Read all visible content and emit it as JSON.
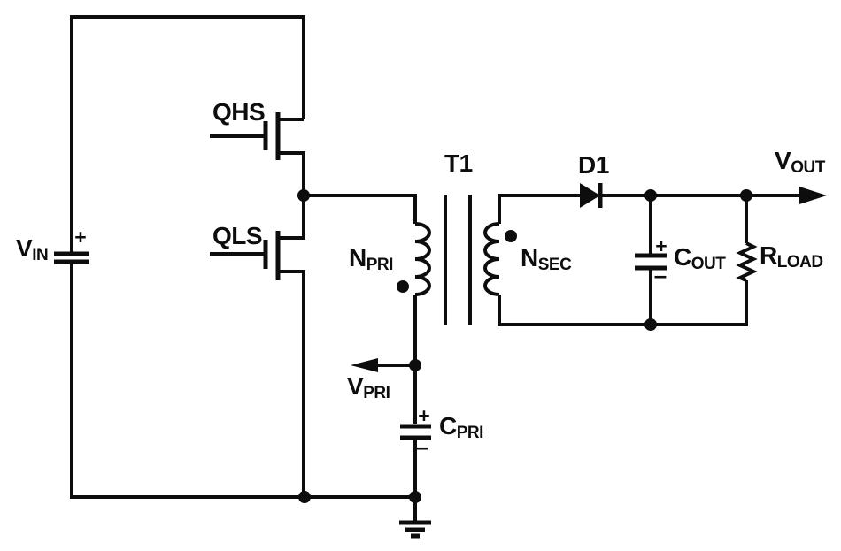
{
  "colors": {
    "ink": "#0d0d0d",
    "background": "#ffffff"
  },
  "components": {
    "vin": {
      "label": "V",
      "sub": "IN",
      "plus": "+"
    },
    "qhs": {
      "label": "QHS"
    },
    "qls": {
      "label": "QLS"
    },
    "npri": {
      "label": "N",
      "sub": "PRI"
    },
    "t1": {
      "label": "T1"
    },
    "nsec": {
      "label": "N",
      "sub": "SEC"
    },
    "d1": {
      "label": "D1"
    },
    "vout": {
      "label": "V",
      "sub": "OUT"
    },
    "cout": {
      "label": "C",
      "sub": "OUT",
      "plus": "+",
      "minus": "–"
    },
    "rload": {
      "label": "R",
      "sub": "LOAD"
    },
    "cpri": {
      "label": "C",
      "sub": "PRI",
      "plus": "+",
      "minus": "–"
    },
    "vpri": {
      "label": "V",
      "sub": "PRI"
    }
  }
}
